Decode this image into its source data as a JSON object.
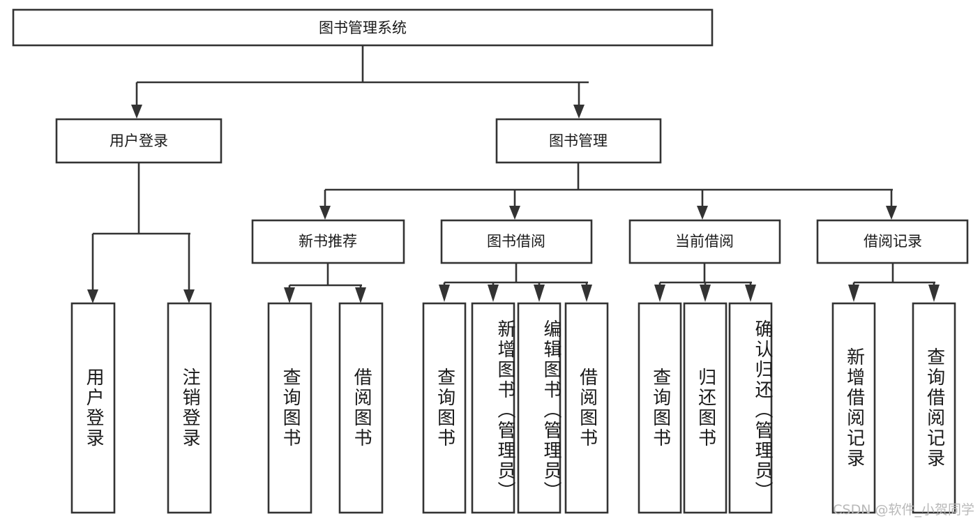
{
  "diagram": {
    "title": "图书管理系统",
    "type": "tree-hierarchy-diagram",
    "colors": {
      "box_stroke": "#333333",
      "box_fill": "#ffffff",
      "text": "#1a1a1a",
      "background": "#ffffff",
      "watermark": "#b9b9b9"
    },
    "root": {
      "label": "图书管理系统"
    },
    "level2": [
      {
        "label": "用户登录"
      },
      {
        "label": "图书管理"
      }
    ],
    "level3": [
      {
        "label": "新书推荐"
      },
      {
        "label": "图书借阅"
      },
      {
        "label": "当前借阅"
      },
      {
        "label": "借阅记录"
      }
    ],
    "leaves": {
      "user_login": [
        {
          "label": "用户登录"
        },
        {
          "label": "注销登录"
        }
      ],
      "new_book_recommendation": [
        {
          "label": "查询图书"
        },
        {
          "label": "借阅图书"
        }
      ],
      "book_borrow": [
        {
          "label": "查询图书"
        },
        {
          "label": "新增图书（管理员）"
        },
        {
          "label": "编辑图书（管理员）"
        },
        {
          "label": "借阅图书"
        }
      ],
      "current_borrow": [
        {
          "label": "查询图书"
        },
        {
          "label": "归还图书"
        },
        {
          "label": "确认归还（管理员）"
        }
      ],
      "borrow_records": [
        {
          "label": "新增借阅记录"
        },
        {
          "label": "查询借阅记录"
        }
      ]
    }
  },
  "watermark": {
    "text": "CSDN @软件_小贺同学"
  }
}
